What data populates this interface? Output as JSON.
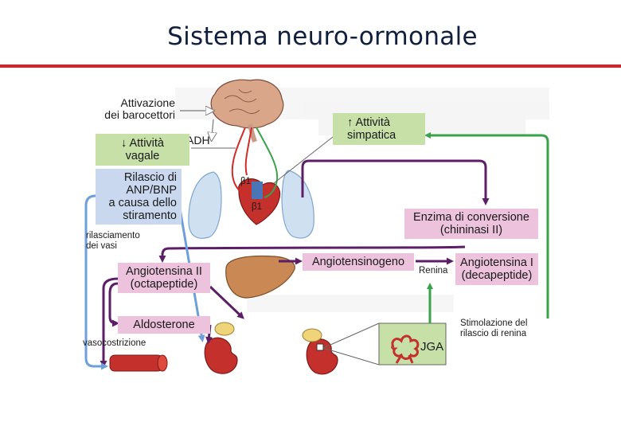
{
  "title": "Sistema neuro-ormonale",
  "colors": {
    "title_rule": "#d9202b",
    "arrow_green": "#3aa24a",
    "arrow_purple": "#5c1f67",
    "arrow_blue": "#6d9fd8",
    "box_green": "#c6e0a8",
    "box_blue": "#c9d8ee",
    "box_pink": "#ecc2dc"
  },
  "labels": {
    "barocettori": [
      "Attivazione",
      "dei barocettori"
    ],
    "adh": "ADH",
    "vagale": [
      "↓ Attività",
      "vagale"
    ],
    "simpatica": [
      "↑ Attività",
      "simpatica"
    ],
    "anp": [
      "Rilascio di",
      "ANP/BNP",
      "a causa dello",
      "stiramento"
    ],
    "rilasciamento": [
      "rilasciamento",
      "dei vasi"
    ],
    "beta1_top": "β1",
    "beta1_bottom": "β1",
    "enzima": [
      "Enzima di conversione",
      "(chininasi II)"
    ],
    "angiotensina2": [
      "Angiotensina II",
      "(octapeptide)"
    ],
    "angiotensinogeno": "Angiotensinogeno",
    "renina": "Renina",
    "angiotensina1": [
      "Angiotensina I",
      "(decapeptide)"
    ],
    "aldosterone": "Aldosterone",
    "vasocostrizione": "vasocostrizione",
    "stimolazione": [
      "Stimolazione del",
      "rilascio di renina"
    ],
    "jga": "JGA"
  },
  "icons": [
    "brain-icon",
    "lungs-icon",
    "heart-icon",
    "liver-icon",
    "kidney-icon",
    "adrenal-gland-icon",
    "blood-vessel-icon",
    "jga-glomerulus-icon"
  ]
}
